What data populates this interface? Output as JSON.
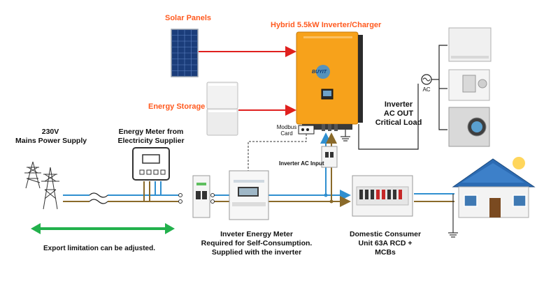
{
  "labels": {
    "solar_panels": "Solar Panels",
    "inverter_title": "Hybrid 5.5kW Inverter/Charger",
    "energy_storage": "Energy Storage",
    "mains_line1": "230V",
    "mains_line2": "Mains Power Supply",
    "meter_line1": "Energy Meter from",
    "meter_line2": "Electricity Supplier",
    "modbus_line1": "Modbus",
    "modbus_line2": "Card",
    "ac_out_line1": "Inverter",
    "ac_out_line2": "AC OUT",
    "ac_out_line3": "Critical Load",
    "ac_symbol": "AC",
    "inverter_ac_input": "Inverter AC Input",
    "inverter_meter_line1": "Inveter Energy Meter",
    "inverter_meter_line2": "Required for Self-Consumption.",
    "inverter_meter_line3": "Supplied with the inverter",
    "consumer_line1": "Domestic Consumer",
    "consumer_line2": "Unit 63A RCD +",
    "consumer_line3": "MCBs",
    "export_limit": "Export limitation can be adjusted.",
    "brand": "BUYIT"
  },
  "colors": {
    "accent_orange": "#ff5a1f",
    "dc_red": "#e0201e",
    "live_brown": "#8a6a2a",
    "neutral_blue": "#2f8fd0",
    "export_green": "#22b14c",
    "inverter_body": "#f7a21b"
  }
}
